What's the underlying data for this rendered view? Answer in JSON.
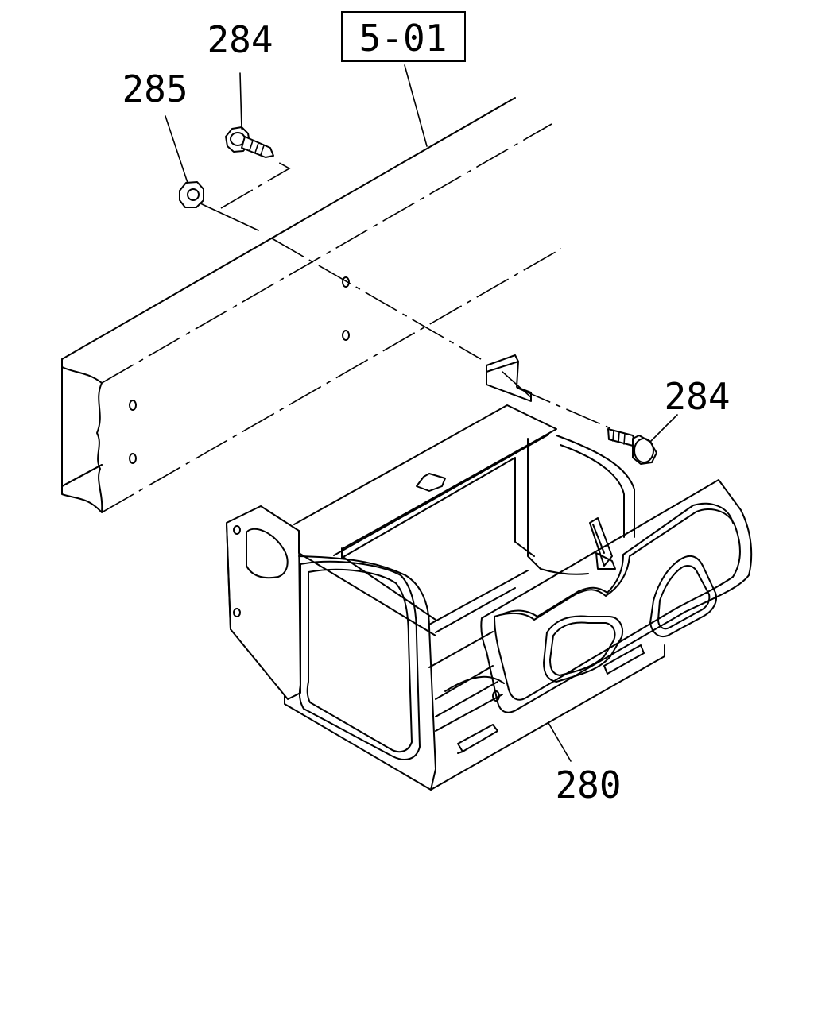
{
  "labels": {
    "ref_box": "5-01",
    "bolt_top": "284",
    "nut": "285",
    "bolt_right": "284",
    "bracket": "280"
  }
}
